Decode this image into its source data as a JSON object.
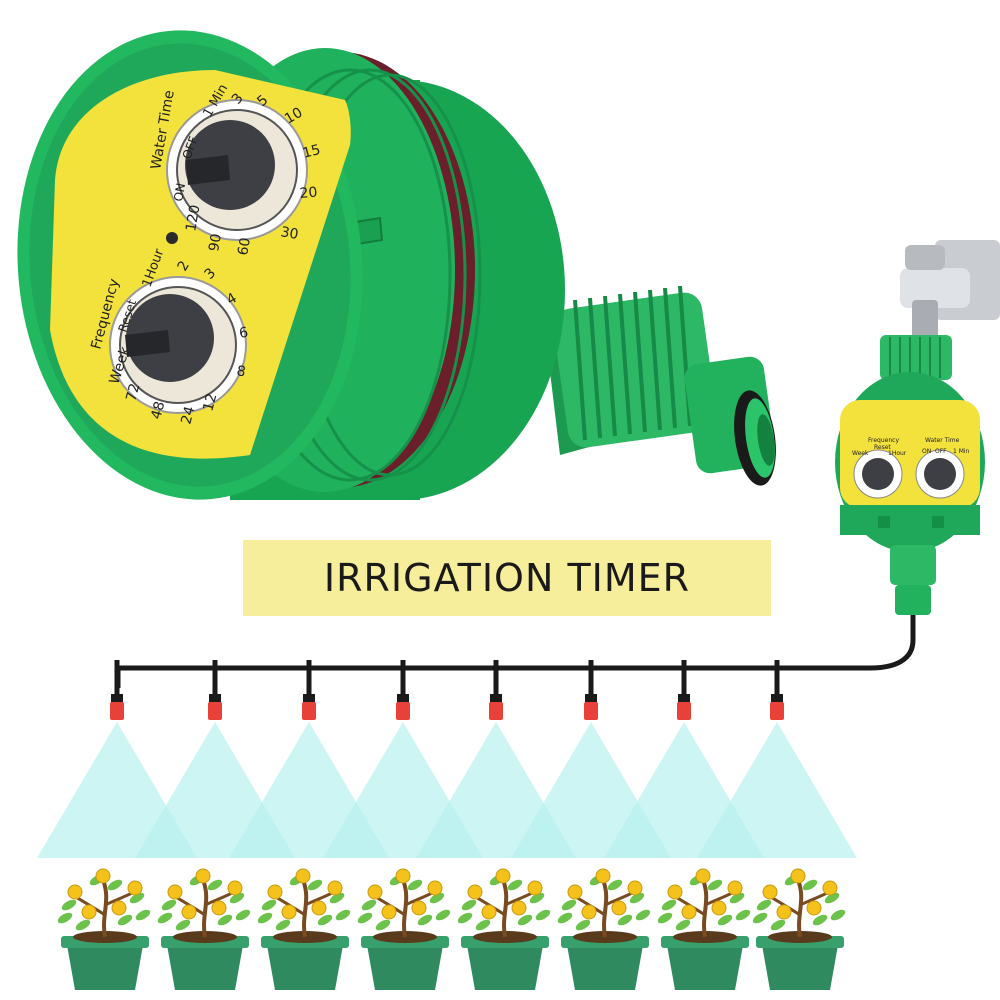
{
  "banner": {
    "title": "IRRIGATION TIMER"
  },
  "timer_large": {
    "water_time_label": "Water Time",
    "water_time_marks": [
      "ON",
      "OFF",
      "1 Min",
      "3",
      "5",
      "10",
      "15",
      "20",
      "30",
      "60",
      "90",
      "120"
    ],
    "frequency_label": "Frequency",
    "reset_label": "Reset",
    "week_label": "Week",
    "frequency_marks": [
      "1Hour",
      "2",
      "3",
      "4",
      "6",
      "8",
      "12",
      "24",
      "48",
      "72"
    ]
  },
  "timer_small": {
    "frequency_label": "Frequency",
    "reset_label": "Reset",
    "week_label": "Week",
    "hour_label": "1Hour",
    "water_time_label": "Water Time",
    "on_label": "ON",
    "off_label": "OFF",
    "min_label": "1 Min"
  },
  "colors": {
    "body_green": "#1fa85a",
    "light_green": "#3cd07a",
    "face_yellow": "#f3e13c",
    "knob": "#3e3f44",
    "banner": "#f6ee9a",
    "spray": "#b8f1ee",
    "nozzle": "#e8413a",
    "pot": "#2f8a5f",
    "coin": "#f4c21b"
  },
  "sprinkler_count": 8,
  "plant_count": 8
}
